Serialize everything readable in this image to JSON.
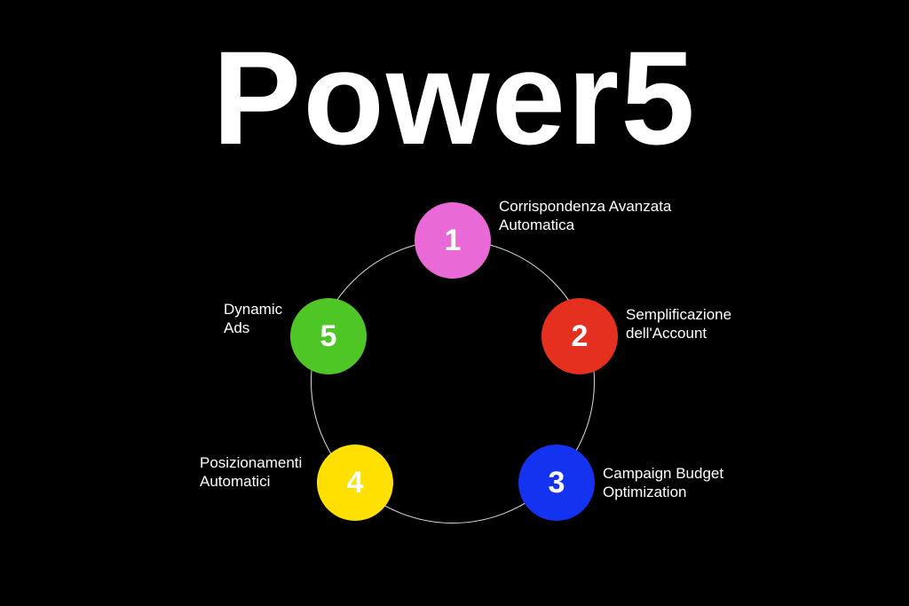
{
  "title": "Power5",
  "steps": [
    {
      "n": "1",
      "label": "Corrispondenza Avanzata\nAutomatica",
      "color": "#e96ad6"
    },
    {
      "n": "2",
      "label": "Semplificazione\ndell'Account",
      "color": "#e5301f"
    },
    {
      "n": "3",
      "label": "Campaign Budget\nOptimization",
      "color": "#1433f0"
    },
    {
      "n": "4",
      "label": "Posizionamenti\nAutomatici",
      "color": "#ffe000"
    },
    {
      "n": "5",
      "label": "Dynamic\nAds",
      "color": "#4ec626"
    }
  ]
}
